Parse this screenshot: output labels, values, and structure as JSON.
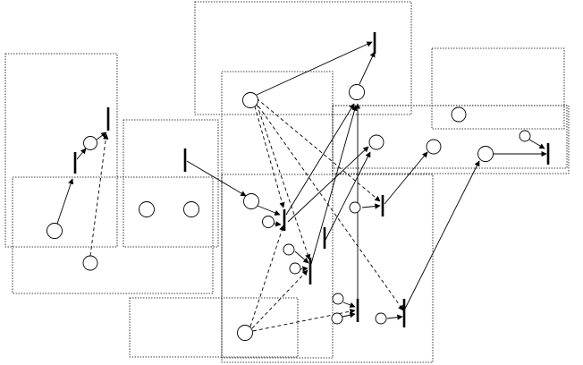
{
  "diagram": {
    "kind": "petri-net",
    "colors": {
      "stroke": "#000000",
      "background": "#ffffff"
    },
    "region_count": 10,
    "place_count": 22,
    "transition_count": 12,
    "solid_arc_count": 20,
    "dashed_arc_count": 12
  }
}
